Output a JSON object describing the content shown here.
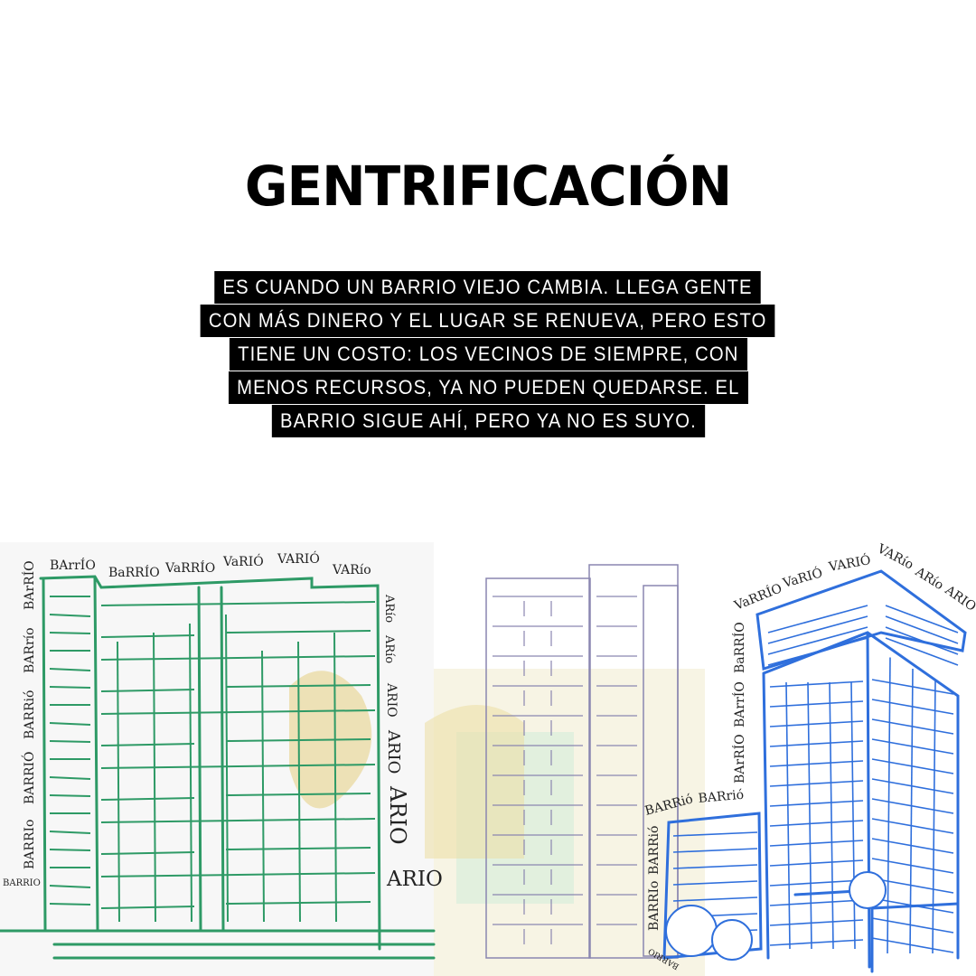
{
  "title": "GENTRIFICACIÓN",
  "paragraph_lines": [
    "ES CUANDO UN BARRIO VIEJO CAMBIA. LLEGA GENTE",
    "CON MÁS DINERO Y EL LUGAR SE RENUEVA, PERO ESTO",
    "TIENE UN COSTO: LOS VECINOS DE SIEMPRE, CON",
    "MENOS RECURSOS, YA NO PUEDEN QUEDARSE. EL",
    "BARRIO SIGUE AHÍ, PERO YA NO ES SUYO."
  ],
  "green_building": {
    "top_words": [
      "BArrÍO",
      "BaRRÍO",
      "VaRRÍO",
      "VaRIÓ",
      "VARIÓ",
      "VARío"
    ],
    "left_words": [
      "BArRÍO",
      "BARrío",
      "BARRió",
      "BARRIÓ",
      "BARRIo"
    ],
    "bottom_left_word": "BARRIO",
    "right_words": [
      "ARío",
      "ARío",
      "ARIO",
      "ARIO",
      "ARIO"
    ],
    "right_bottom_word": "ARIO",
    "color": "#2e9a66"
  },
  "blue_building": {
    "arc_words": [
      "VaRRÍO",
      "VaRIÓ",
      "VARIÓ",
      "VARío",
      "ARío",
      "ARIO"
    ],
    "vertical_words": [
      "BaRRÍO",
      "BArrÍO",
      "BArRÍO"
    ],
    "low_words": [
      "BARRió",
      "BARrió"
    ],
    "low_vertical_words": [
      "BARRió",
      "BARRIo"
    ],
    "upside_word": "BARRIO",
    "color": "#2f6fdc"
  },
  "grey_building_color": "#8a86b0",
  "yellow_color": "#e8d79a"
}
